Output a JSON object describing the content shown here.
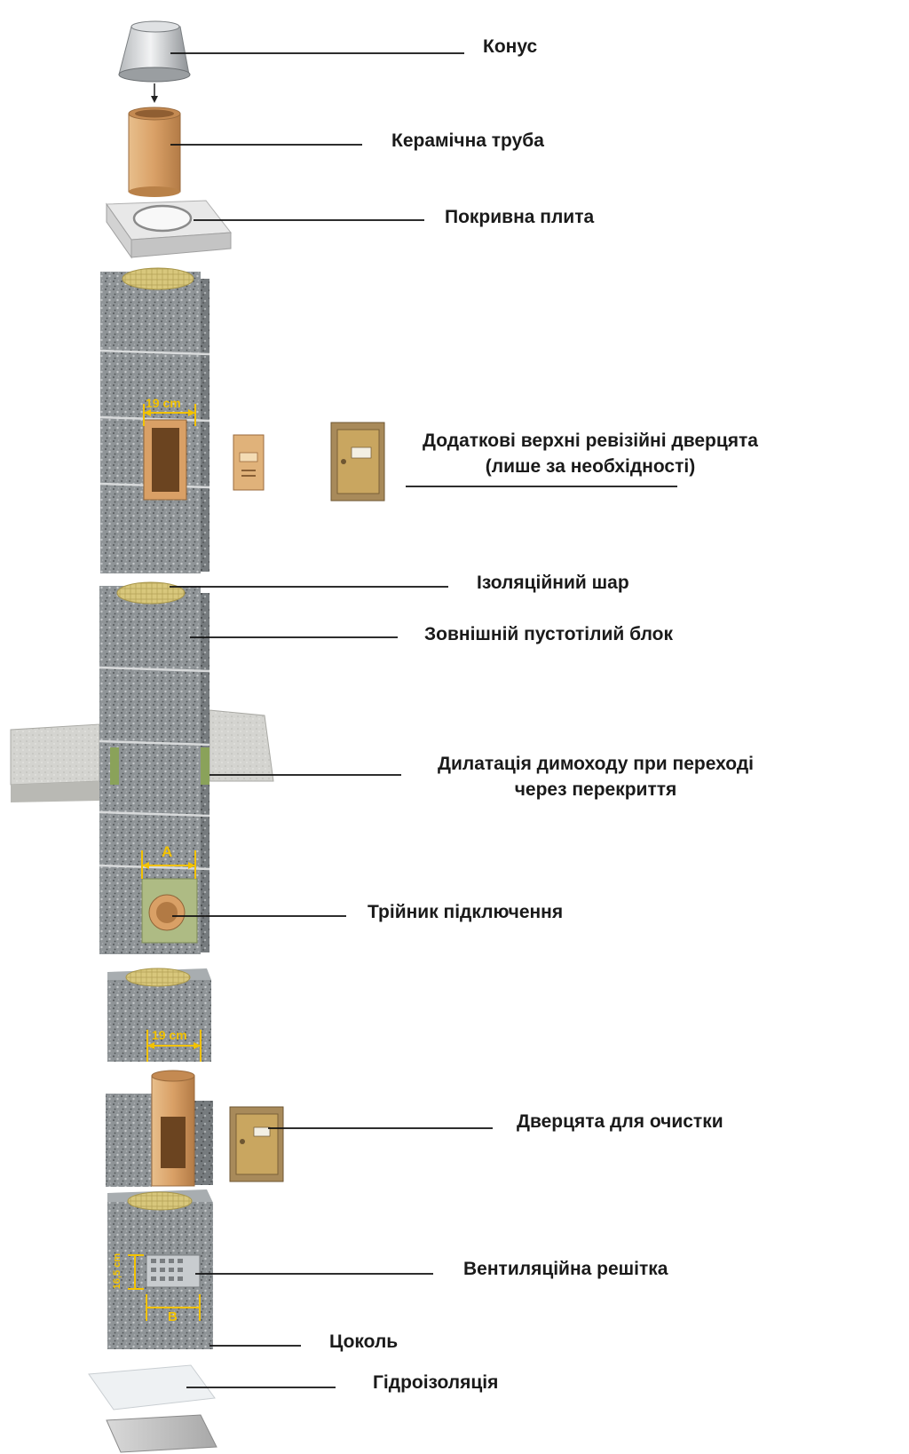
{
  "labels": {
    "cone": "Конус",
    "ceramic_pipe": "Керамічна труба",
    "cover_plate": "Покривна плита",
    "upper_door_line1": "Додаткові верхні ревізійні дверцята",
    "upper_door_line2": "(лише за необхідності)",
    "insulation": "Ізоляційний шар",
    "outer_block": "Зовнішній пустотілий блок",
    "dilation_line1": "Дилатація димоходу при переході",
    "dilation_line2": "через перекриття",
    "tee": "Трійник підключення",
    "cleaning_door": "Дверцята для очистки",
    "vent_grille": "Вентиляційна решітка",
    "plinth": "Цоколь",
    "waterproofing": "Гідроізоляція"
  },
  "dimensions": {
    "upper_opening": "19 cm",
    "tee_width": "A",
    "lower_opening": "19 cm",
    "grille_height": "16,5 cm",
    "grille_width": "B"
  },
  "colors": {
    "block": "#8f9497",
    "ceramic": "#d9a066",
    "dimension": "#f2c200",
    "concrete": "#d4d4d0",
    "door": "#b8924a"
  }
}
